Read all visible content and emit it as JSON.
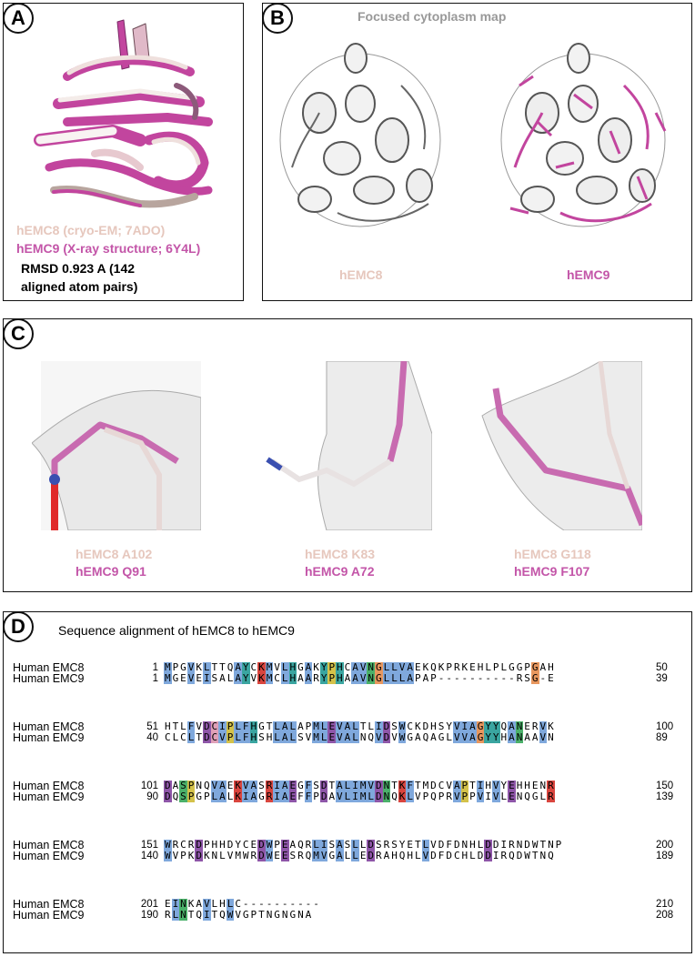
{
  "panelA": {
    "badge": "A",
    "line1": "hEMC8 (cryo-EM; 7ADO)",
    "line2": "hEMC9 (X-ray structure; 6Y4L)",
    "line3": "RMSD 0.923 A (142",
    "line4": "aligned atom pairs)"
  },
  "panelB": {
    "badge": "B",
    "title": "Focused cytoplasm map",
    "left_label": "hEMC8",
    "right_label": "hEMC9"
  },
  "panelC": {
    "badge": "C",
    "sites": [
      {
        "emc8": "hEMC8 A102",
        "emc9": "hEMC9 Q91"
      },
      {
        "emc8": "hEMC8 K83",
        "emc9": "hEMC9 A72"
      },
      {
        "emc8": "hEMC8 G118",
        "emc9": "hEMC9 F107"
      }
    ]
  },
  "panelD": {
    "badge": "D",
    "title": "Sequence alignment of hEMC8 to hEMC9",
    "blocks": [
      {
        "n1": "Human EMC8",
        "n2": "Human EMC9",
        "s1": "1",
        "e1": "50",
        "s2": "1",
        "e2": "39",
        "q1": "MPGVKLTTQAYCKMVLHGAKYPHCAVNGLLVAEKQKPRKEHLPLGGPGAH",
        "q2": "MGEVEISALAYVKMCLHAARYPHAAVNGLLLAPAP----------RSG-E"
      },
      {
        "n1": "Human EMC8",
        "n2": "Human EMC9",
        "s1": "51",
        "e1": "100",
        "s2": "40",
        "e2": "89",
        "q1": "HTLFVDCIPLFHGTLALAPMLEVALTLIDSWCKDHSYVIAGYYQANERVK",
        "q2": "CLCLTDCVPLFHSHLALSVMLEVALNQVDVWGAQAGLVVAGYYHANAAVN"
      },
      {
        "n1": "Human EMC8",
        "n2": "Human EMC9",
        "s1": "101",
        "e1": "150",
        "s2": "90",
        "e2": "139",
        "q1": "DASPNQVAEKVASRIAEGFSDTALIMVDNTKFTMDCVAPTIHVYEHHENR",
        "q2": "DQSPGPLALKIAGRIAEFFPDAVLIMLDNQKLVPQPRVPPVIVLENQGLR"
      },
      {
        "n1": "Human EMC8",
        "n2": "Human EMC9",
        "s1": "151",
        "e1": "200",
        "s2": "140",
        "e2": "189",
        "q1": "WRCRDPHHDYCEDWPEAQRLISASLLDSRSYETLVDFDNHLDDIRNDWTNP",
        "q2": "WVPKDKNLVMWRDWEESRQMVGALLEDRAHQHLVDFDCHLDDIRQDWTNQ"
      },
      {
        "n1": "Human EMC8",
        "n2": "Human EMC9",
        "s1": "201",
        "e1": "210",
        "s2": "190",
        "e2": "208",
        "q1": "EINKAVLHLC----------",
        "q2": "RLNTQITQWVGPTNGNGNA"
      }
    ],
    "colors": {
      "hydrophobic": "#7fa8dc",
      "glycine": "#e8975e",
      "proline": "#d4c24a",
      "aromatic": "#3aa5a0",
      "polar": "#4bb06a",
      "positive": "#d9453e",
      "negative": "#8e56a8",
      "cysteine": "#e0a0b8"
    }
  }
}
